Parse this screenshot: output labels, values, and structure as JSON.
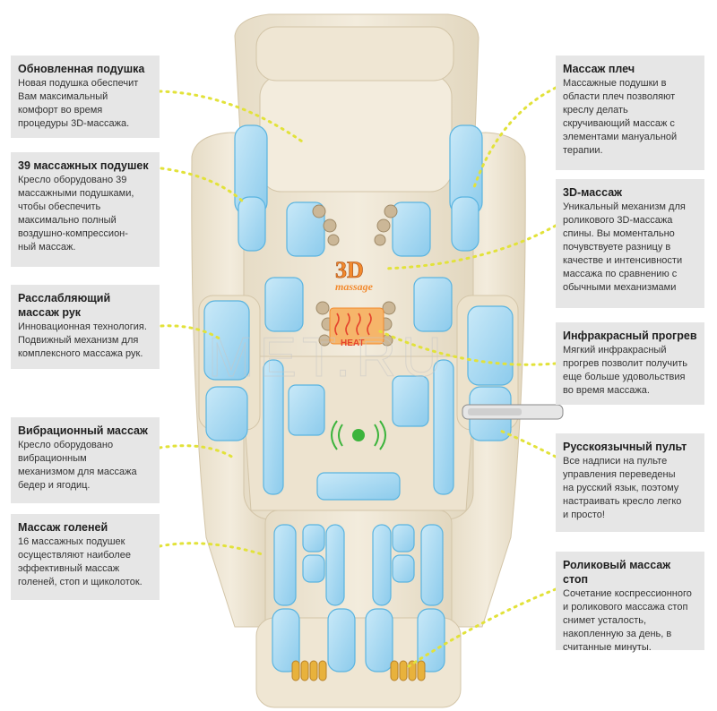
{
  "callouts": {
    "pillow": {
      "title": "Обновленная подушка",
      "body": "Новая подушка обеспечит\nВам максимальный\nкомфорт во время\nпроцедуры 3D-массажа."
    },
    "airbags": {
      "title": "39 массажных подушек",
      "body": "Кресло оборудовано 39\nмассажными подушками,\nчтобы обеспечить\nмаксимально полный\nвоздушно-компрессион-\nный массаж."
    },
    "arms": {
      "title": "Расслабляющий\nмассаж рук",
      "body": "Инновационная технология.\nПодвижный механизм для\nкомплексного массажа рук."
    },
    "vibration": {
      "title": "Вибрационный массаж",
      "body": "Кресло оборудовано\nвибрационным\nмеханизмом для массажа\nбедер и ягодиц."
    },
    "calves": {
      "title": "Массаж голеней",
      "body": "16  массажных подушек\nосуществляют наиболее\nэффективный массаж\nголеней, стоп и щиколоток."
    },
    "shoulders": {
      "title": "Массаж плеч",
      "body": "Массажные подушки в\nобласти плеч позволяют\nкреслу делать\nскручивающий массаж с\nэлементами мануальной\nтерапии."
    },
    "massage3d": {
      "title": "3D-массаж",
      "body": "Уникальный механизм для\nроликового 3D-массажа\nспины. Вы моментально\nпочувствуете разницу в\nкачестве и интенсивности\nмассажа по сравнению с\nобычными механизмами"
    },
    "infrared": {
      "title": "Инфракрасный прогрев",
      "body": "Мягкий инфракрасный\nпрогрев позволит получить\nеще больше удовольствия\nво время массажа."
    },
    "remote": {
      "title": "Русскоязычный пульт",
      "body": "Все надписи на пульте\nуправления переведены\nна русский язык, поэтому\nнастраивать кресло легко\nи просто!"
    },
    "feet": {
      "title": "Роликовый массаж стоп",
      "body": "Сочетание коспрессионного\nи роликового массажа стоп\nснимет усталость,\nнакопленную за день, в\nсчитанные минуты."
    }
  },
  "chair_labels": {
    "big": "3D",
    "small": "massage",
    "heat": "HEAT"
  },
  "watermark": "MET.RU",
  "colors": {
    "upholstery": "#efe6d3",
    "upholstery_shadow": "#d9ccb2",
    "airbag": "#9fd3ee",
    "airbag_edge": "#5ab4e0",
    "leader": "#e2e23a",
    "callout_bg": "#e6e6e6",
    "heat": "#f28a2e",
    "vibration_dot": "#3cb43c",
    "roller_gold": "#e8b23c"
  }
}
